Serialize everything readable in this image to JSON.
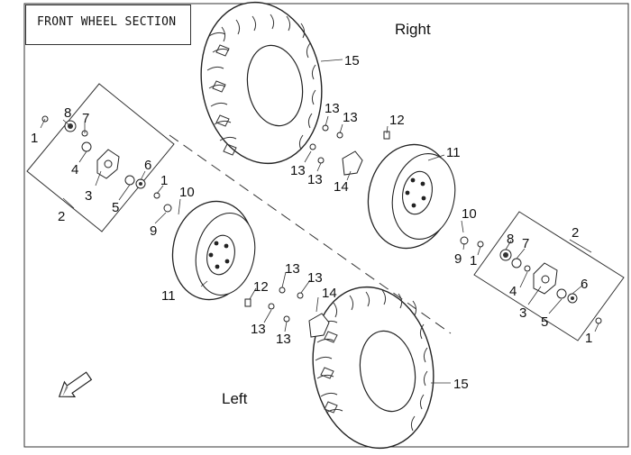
{
  "title": "FRONT WHEEL SECTION",
  "side_labels": {
    "right": "Right",
    "left": "Left"
  },
  "callouts": {
    "right_side": {
      "tire": "15",
      "rim": "11",
      "cap": "14",
      "valve": "12",
      "nuts_a": "13",
      "nuts_b": "13",
      "nuts_c": "13",
      "nuts_d": "13",
      "bearing_kit": "10",
      "washer": "9",
      "nut": "1",
      "hub_assembly": "2",
      "seal_outer": "8",
      "bearing_outer": "7",
      "spacer": "4",
      "hub": "3",
      "bearing_inner": "5",
      "seal_inner": "6",
      "nut_end": "1"
    },
    "left_side": {
      "tire": "15",
      "rim": "11",
      "cap": "14",
      "valve": "12",
      "nuts_a": "13",
      "nuts_b": "13",
      "nuts_c": "13",
      "nuts_d": "13",
      "bearing_kit": "10",
      "washer": "9",
      "nut": "1",
      "hub_assembly": "2",
      "seal_outer": "8",
      "bearing_outer": "7",
      "spacer": "4",
      "hub": "3",
      "bearing_inner": "5",
      "seal_inner": "6",
      "nut_end": "1"
    }
  },
  "fwd_arrow_icon": "fwd-arrow-icon"
}
